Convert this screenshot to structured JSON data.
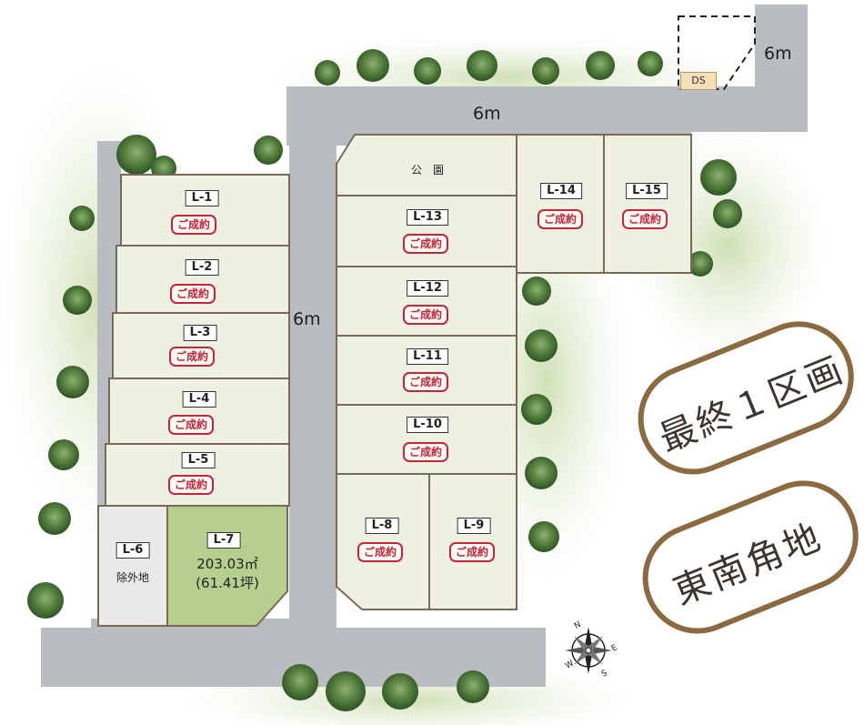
{
  "roads": {
    "top": "6m",
    "middle": "6m",
    "top_right": "6m"
  },
  "ds_label": "DS",
  "park_label": "公　園",
  "sold_label": "ご成約",
  "lots": [
    {
      "id": "L-1",
      "status": "sold"
    },
    {
      "id": "L-2",
      "status": "sold"
    },
    {
      "id": "L-3",
      "status": "sold"
    },
    {
      "id": "L-4",
      "status": "sold"
    },
    {
      "id": "L-5",
      "status": "sold"
    },
    {
      "id": "L-6",
      "status": "excluded",
      "note": "除外地"
    },
    {
      "id": "L-7",
      "status": "available",
      "area_m2": "203.03㎡",
      "area_tsubo": "(61.41坪)"
    },
    {
      "id": "L-8",
      "status": "sold"
    },
    {
      "id": "L-9",
      "status": "sold"
    },
    {
      "id": "L-10",
      "status": "sold"
    },
    {
      "id": "L-11",
      "status": "sold"
    },
    {
      "id": "L-12",
      "status": "sold"
    },
    {
      "id": "L-13",
      "status": "sold"
    },
    {
      "id": "L-14",
      "status": "sold"
    },
    {
      "id": "L-15",
      "status": "sold"
    }
  ],
  "badges": {
    "last_lot": "最終１区画",
    "corner": "東南角地"
  },
  "compass": {
    "n": "N",
    "s": "S",
    "e": "E",
    "w": "W"
  },
  "colors": {
    "lot_fill": "#eef0e2",
    "available_fill": "#b4cf8e",
    "excluded_fill": "#e9e9e9",
    "road": "#b9bcc1",
    "sold_red": "#c8243a",
    "oval_border": "#8a6a3e"
  }
}
